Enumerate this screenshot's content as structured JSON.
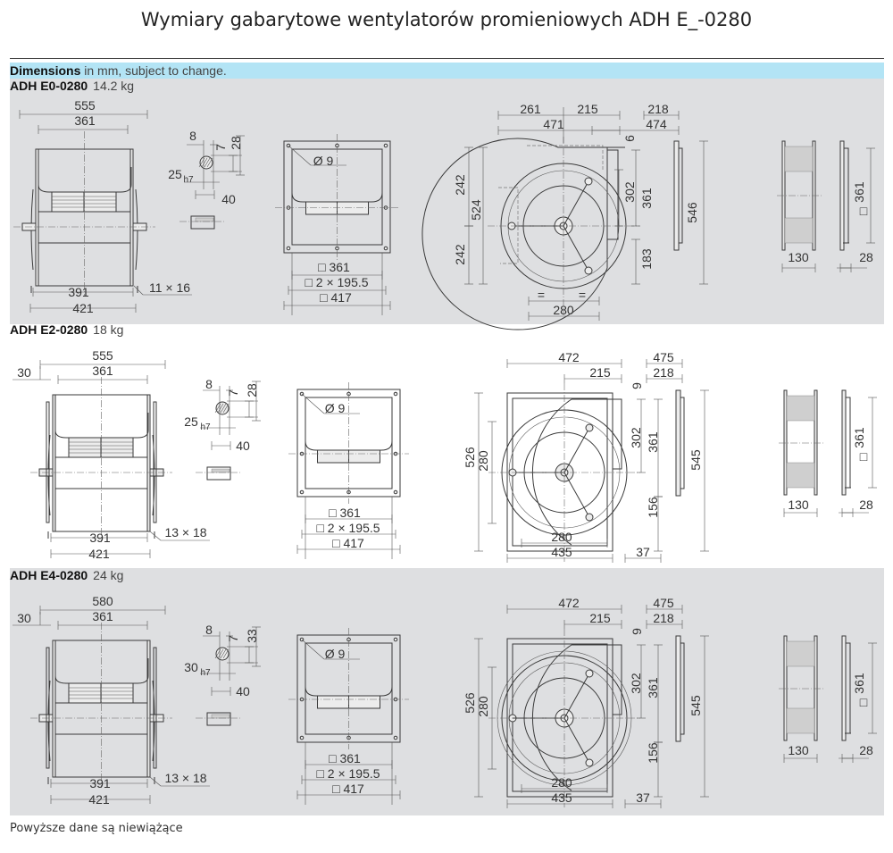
{
  "title": "Wymiary gabarytowe wentylatorów promieniowych ADH E_-0280",
  "banner": {
    "bold": "Dimensions",
    "rest": " in mm, subject to change."
  },
  "sections": [
    {
      "model": "ADH E0-0280",
      "weight": "14.2 kg",
      "labels": {
        "w_total": "555",
        "w_inner": "361",
        "base_in": "391",
        "base_out": "421",
        "foot": "11 × 16",
        "key_w": "8",
        "key_d": "7",
        "shaft_h": "28",
        "shaft_d": "25",
        "shaft_tol": "h7",
        "shaft_len": "40",
        "hole": "Ø 9",
        "fl_in": "□ 361",
        "fl_pitch": "□ 2 × 195.5",
        "fl_out": "□ 417",
        "s_261": "261",
        "s_215": "215",
        "s_471": "471",
        "s_218": "218",
        "s_474": "474",
        "s_6": "6",
        "s_242a": "242",
        "s_524": "524",
        "s_242b": "242",
        "s_302": "302",
        "s_361": "361",
        "s_546": "546",
        "s_183": "183",
        "s_eq1": "=",
        "s_eq2": "=",
        "s_280": "280",
        "r_130": "130",
        "r_361": "361",
        "r_sq": "□",
        "r_28": "28"
      }
    },
    {
      "model": "ADH E2-0280",
      "weight": "18 kg",
      "labels": {
        "w_30": "30",
        "w_total": "555",
        "w_inner": "361",
        "base_in": "391",
        "base_out": "421",
        "foot": "13 × 18",
        "key_w": "8",
        "key_d": "7",
        "shaft_h": "28",
        "shaft_d": "25",
        "shaft_tol": "h7",
        "shaft_len": "40",
        "hole": "Ø 9",
        "fl_in": "□ 361",
        "fl_pitch": "□ 2 × 195.5",
        "fl_out": "□ 417",
        "s_472": "472",
        "s_215": "215",
        "s_475": "475",
        "s_218": "218",
        "s_9": "9",
        "s_526": "526",
        "s_280v": "280",
        "s_302": "302",
        "s_361": "361",
        "s_545": "545",
        "s_156": "156",
        "s_280": "280",
        "s_435": "435",
        "s_37": "37",
        "r_130": "130",
        "r_361": "361",
        "r_sq": "□",
        "r_28": "28"
      }
    },
    {
      "model": "ADH E4-0280",
      "weight": "24 kg",
      "labels": {
        "w_30": "30",
        "w_total": "580",
        "w_inner": "361",
        "base_in": "391",
        "base_out": "421",
        "foot": "13 × 18",
        "key_w": "8",
        "key_d": "7",
        "shaft_h": "33",
        "shaft_d": "30",
        "shaft_tol": "h7",
        "shaft_len": "40",
        "hole": "Ø 9",
        "fl_in": "□ 361",
        "fl_pitch": "□ 2 × 195.5",
        "fl_out": "□ 417",
        "s_472": "472",
        "s_215": "215",
        "s_475": "475",
        "s_218": "218",
        "s_9": "9",
        "s_526": "526",
        "s_280v": "280",
        "s_302": "302",
        "s_361": "361",
        "s_545": "545",
        "s_156": "156",
        "s_280": "280",
        "s_435": "435",
        "s_37": "37",
        "r_130": "130",
        "r_361": "361",
        "r_sq": "□",
        "r_28": "28"
      }
    }
  ],
  "footer": "Powyższe dane są niewiążące"
}
